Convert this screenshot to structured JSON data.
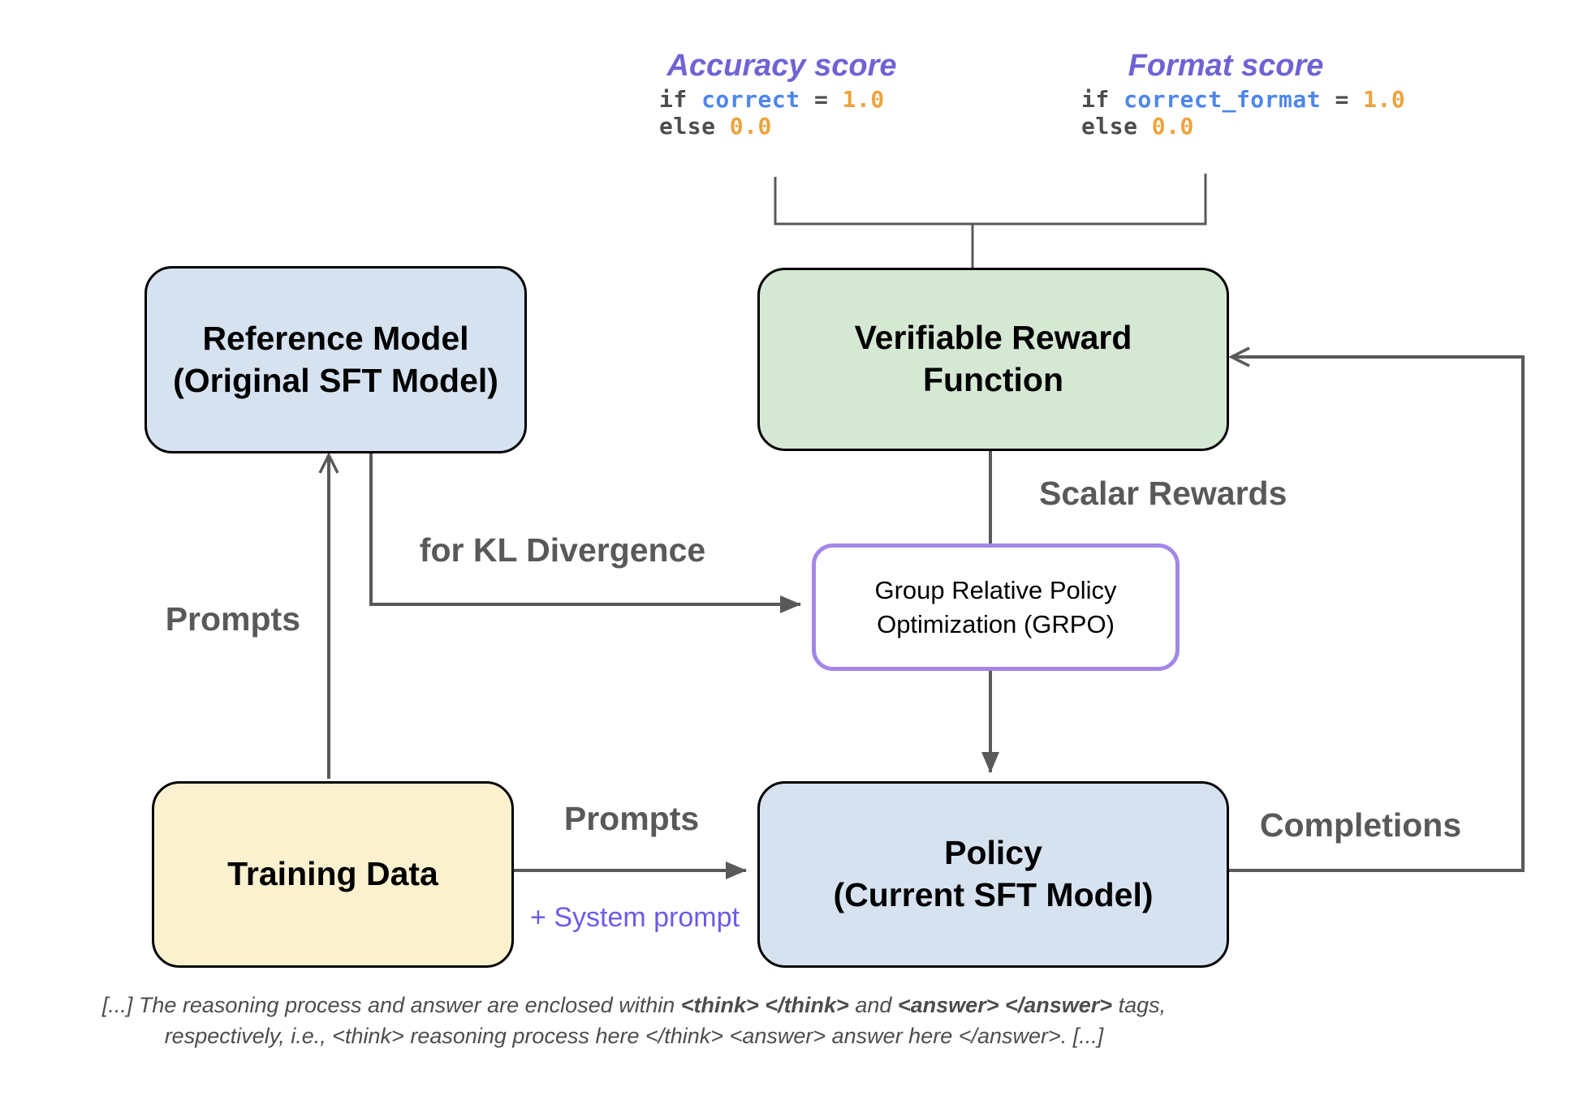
{
  "scores": {
    "accuracy": {
      "title": "Accuracy score",
      "code1": [
        {
          "t": "if "
        },
        {
          "t": "correct"
        },
        {
          "t": " = "
        },
        {
          "t": "1.0"
        }
      ],
      "code2": [
        {
          "t": "else "
        },
        {
          "t": "0.0"
        }
      ]
    },
    "format": {
      "title": "Format score",
      "code1": [
        {
          "t": "if "
        },
        {
          "t": "correct_format"
        },
        {
          "t": " = "
        },
        {
          "t": "1.0"
        }
      ],
      "code2": [
        {
          "t": "else "
        },
        {
          "t": "0.0"
        }
      ]
    }
  },
  "boxes": {
    "reference": {
      "line1": "Reference Model",
      "line2": "(Original SFT Model)"
    },
    "reward": {
      "line1": "Verifiable Reward",
      "line2": "Function"
    },
    "grpo": {
      "line1": "Group Relative Policy",
      "line2": "Optimization (GRPO)"
    },
    "training": {
      "line1": "Training Data"
    },
    "policy": {
      "line1": "Policy",
      "line2": "(Current SFT Model)"
    }
  },
  "labels": {
    "scalar_rewards": "Scalar Rewards",
    "kl_divergence": "for KL Divergence",
    "prompts_left": "Prompts",
    "prompts_mid": "Prompts",
    "system_prompt": "+ System prompt",
    "completions": "Completions"
  },
  "caption": {
    "line1": [
      {
        "t": "[...] The reasoning process and answer are enclosed within ",
        "bold": false
      },
      {
        "t": "<think> </think>",
        "bold": true
      },
      {
        "t": " and ",
        "bold": false
      },
      {
        "t": "<answer> </answer>",
        "bold": true
      },
      {
        "t": " tags,",
        "bold": false
      }
    ],
    "line2": [
      {
        "t": "respectively, i.e., <think> reasoning process here </think> <answer> answer here </answer>. [...]",
        "bold": false
      }
    ]
  },
  "colors": {
    "wire_gray": "#595959",
    "node_blue": "#d6e2f0",
    "node_green": "#d5e8d4",
    "node_yellow": "#fbf1cf",
    "grpo_border_purple": "#a387e8",
    "score_title_purple": "#6f63d4",
    "system_prompt_purple": "#6c5be8",
    "code_keyword_gray": "#4d4d4d",
    "code_variable_blue": "#4e86ec",
    "code_number_orange": "#eda33d"
  }
}
